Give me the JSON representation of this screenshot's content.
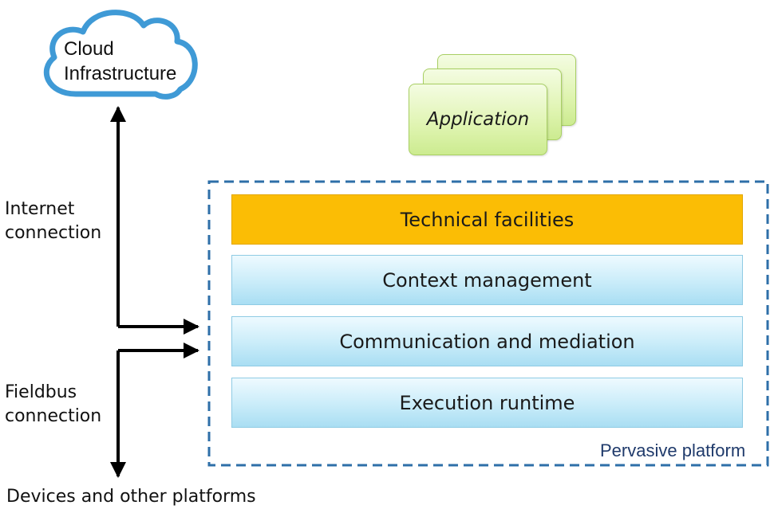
{
  "cloud": {
    "line1": "Cloud",
    "line2": "Infrastructure"
  },
  "application": {
    "label": "Application"
  },
  "labels": {
    "internet_line1": "Internet",
    "internet_line2": "connection",
    "fieldbus_line1": "Fieldbus",
    "fieldbus_line2": "connection",
    "devices": "Devices and other platforms"
  },
  "platform": {
    "label": "Pervasive platform",
    "layers": [
      "Technical facilities",
      "Context management",
      "Communication and mediation",
      "Execution runtime"
    ]
  },
  "colors": {
    "cloud_stroke": "#3f9ad6",
    "platform_border": "#2e6fa8",
    "technical_facilities": "#fbbd05",
    "layer_blue": "#c9ecf9",
    "application_green": "#dff4b0"
  }
}
